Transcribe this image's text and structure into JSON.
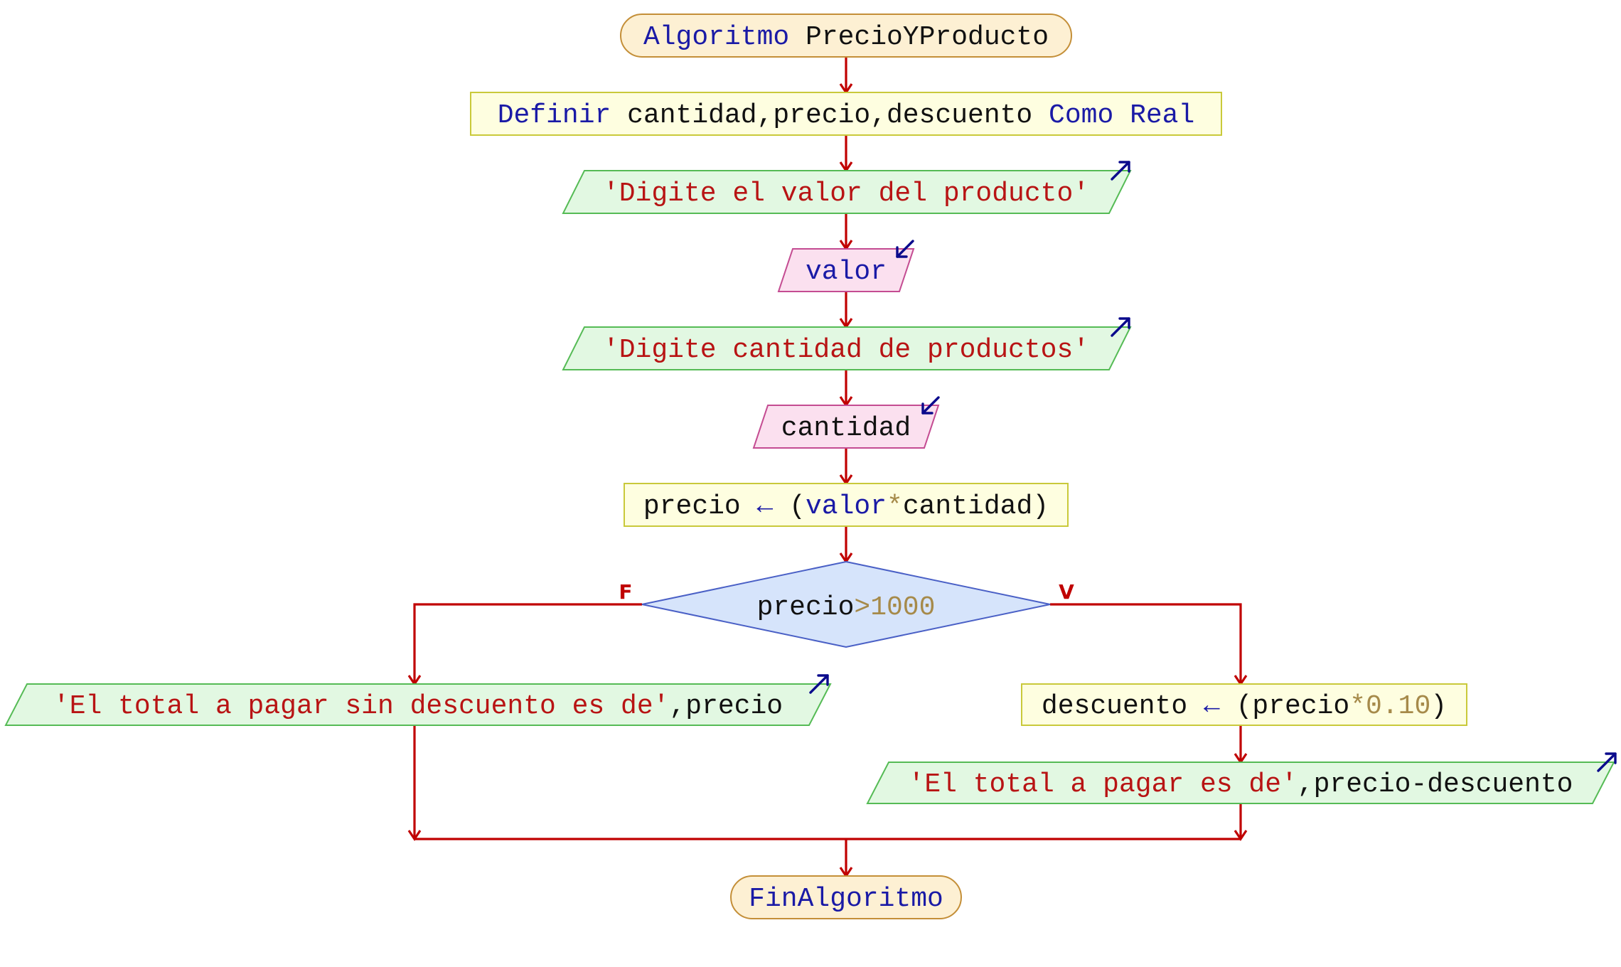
{
  "flowchart": {
    "start": {
      "keyword": "Algoritmo",
      "name": "PrecioYProducto"
    },
    "define": {
      "keyword": "Definir",
      "vars": "cantidad,precio,descuento",
      "keyword2": "Como",
      "type": "Real"
    },
    "output1": {
      "text": "'Digite el valor del producto'"
    },
    "input1": {
      "var": "valor"
    },
    "output2": {
      "text": "'Digite cantidad de productos'"
    },
    "input2": {
      "var": "cantidad"
    },
    "assign1": {
      "target": "precio",
      "arrow": "←",
      "open": "(",
      "operand1": "valor",
      "operator": "*",
      "operand2": "cantidad",
      "close": ")"
    },
    "decision": {
      "var": "precio",
      "operator": ">",
      "value": "1000",
      "false_label": "F",
      "true_label": "V"
    },
    "output_false": {
      "text": "'El total a pagar sin descuento es de'",
      "sep": ",",
      "var": "precio"
    },
    "assign2": {
      "target": "descuento",
      "arrow": "←",
      "open": "(",
      "operand1": "precio",
      "operator": "*",
      "value": "0.10",
      "close": ")"
    },
    "output_true": {
      "text": "'El total a pagar es de'",
      "sep": ",",
      "expr": "precio-descuento"
    },
    "end": {
      "keyword": "FinAlgoritmo"
    }
  },
  "colors": {
    "terminal_fill": "#fdf0d3",
    "terminal_stroke": "#c48f38",
    "process_fill": "#fefee0",
    "process_stroke": "#c9c93a",
    "output_fill": "#e2f8e2",
    "output_stroke": "#55bb55",
    "input_fill": "#fbe0ef",
    "input_stroke": "#c44c92",
    "decision_fill": "#d6e4fb",
    "decision_stroke": "#4a60c6",
    "connector": "#c00000",
    "io_arrow": "#0a0a8c"
  }
}
